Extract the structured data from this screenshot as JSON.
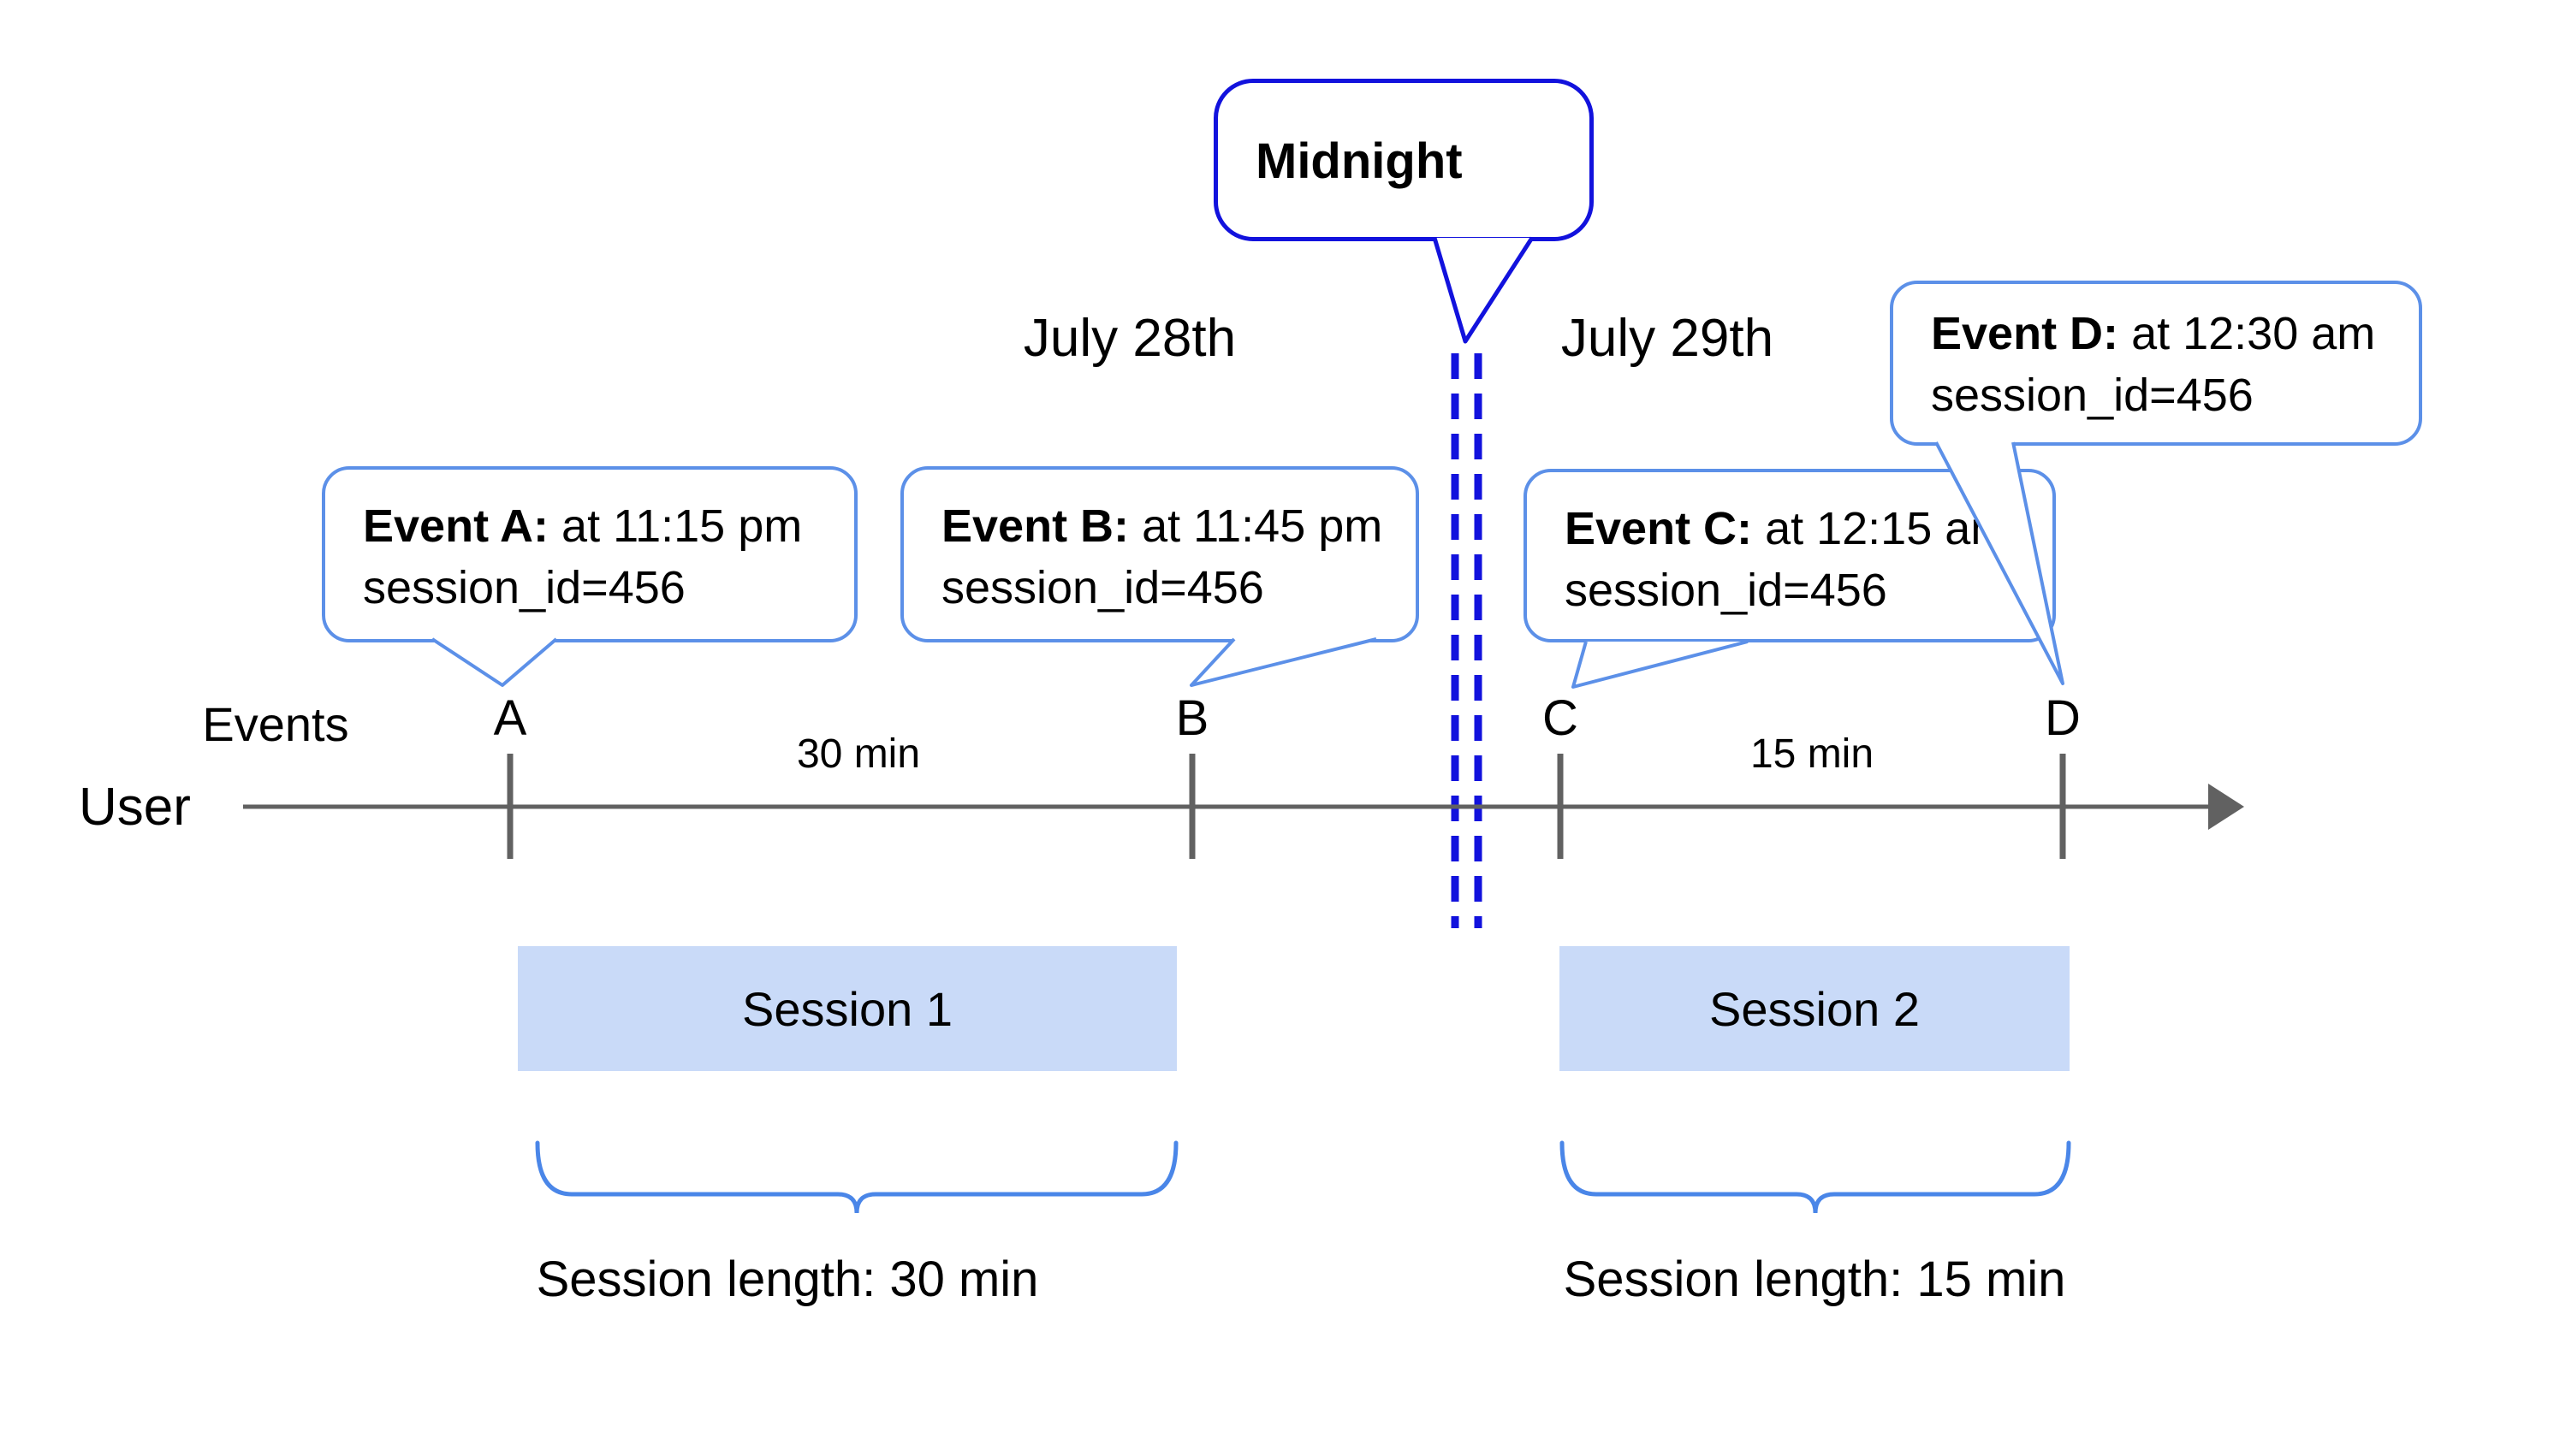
{
  "diagram": {
    "dates": {
      "left": "July 28th",
      "right": "July 29th"
    },
    "midnight": {
      "label": "Midnight"
    },
    "axis": {
      "events_label": "Events",
      "user_label": "User"
    },
    "ticks": [
      "A",
      "B",
      "C",
      "D"
    ],
    "intervals": [
      {
        "label": "30 min"
      },
      {
        "label": "15 min"
      }
    ],
    "callouts": [
      {
        "title": "Event A:",
        "time": "at 11:15 pm",
        "session": "session_id=456"
      },
      {
        "title": "Event B:",
        "time": "at 11:45 pm",
        "session": "session_id=456"
      },
      {
        "title": "Event C:",
        "time": "at 12:15 am",
        "session": "session_id=456"
      },
      {
        "title": "Event D:",
        "time": "at 12:30 am",
        "session": "session_id=456"
      }
    ],
    "sessions": [
      {
        "label": "Session 1",
        "length_label": "Session length: 30 min"
      },
      {
        "label": "Session 2",
        "length_label": "Session length: 15 min"
      }
    ],
    "colors": {
      "midnight_blue": "#1212dd",
      "callout_blue": "#5c90e8",
      "brace_blue": "#4a86e8",
      "session_fill": "#c9daf8",
      "timeline_gray": "#616161"
    }
  }
}
